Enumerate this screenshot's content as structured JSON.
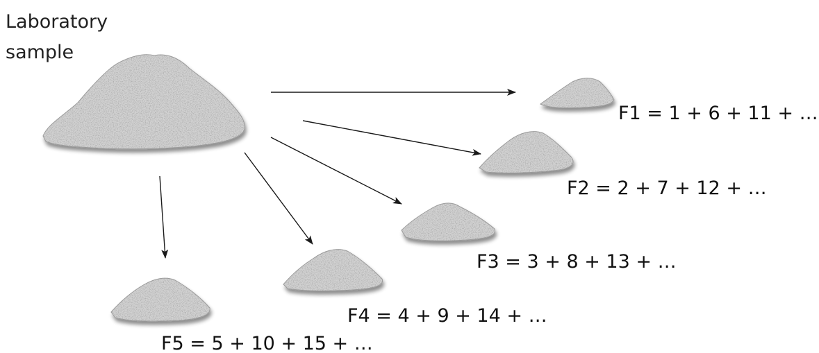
{
  "source_label": {
    "line1": "Laboratory",
    "line2": "sample"
  },
  "fractions": [
    {
      "id": "F1",
      "formula": "F1 = 1 + 6 + 11 + …"
    },
    {
      "id": "F2",
      "formula": "F2 = 2 + 7 + 12 + …"
    },
    {
      "id": "F3",
      "formula": "F3 = 3 + 8 + 13 + …"
    },
    {
      "id": "F4",
      "formula": "F4 = 4 + 9 + 14 + …"
    },
    {
      "id": "F5",
      "formula": "F5 = 5 + 10 + 15 + …"
    }
  ],
  "colors": {
    "pile_fill": "#d2d2d2",
    "pile_speckle_dark": "#6e6e6e",
    "pile_speckle_light": "#f4f4f4",
    "arrow": "#1a1a1a",
    "text": "#111111"
  }
}
